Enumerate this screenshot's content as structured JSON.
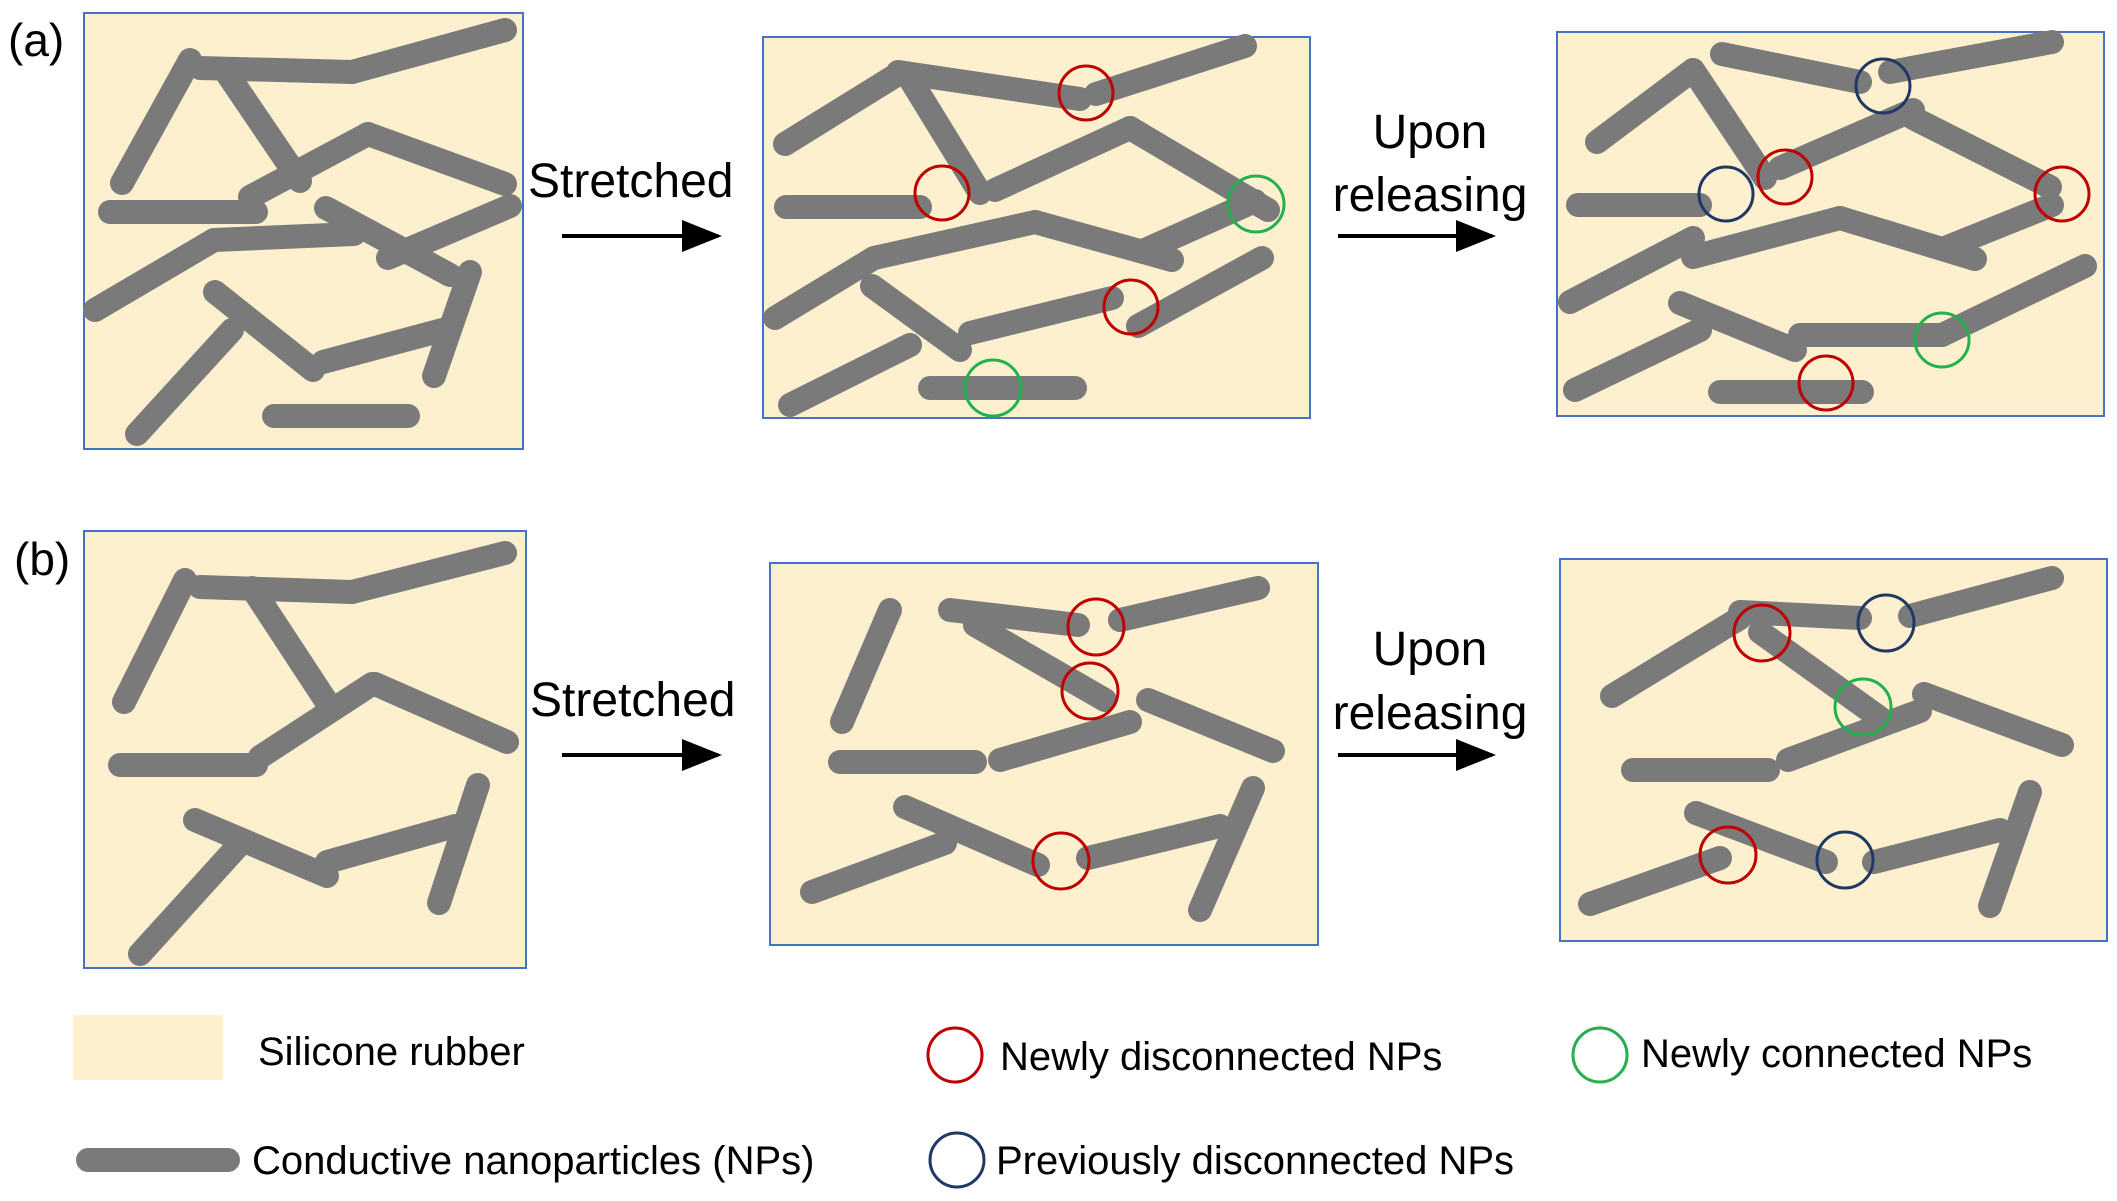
{
  "figure": {
    "row_a": {
      "label": "(a)",
      "arrow1_label": "Stretched",
      "arrow2_label_line1": "Upon",
      "arrow2_label_line2": "releasing"
    },
    "row_b": {
      "label": "(b)",
      "arrow1_label": "Stretched",
      "arrow2_label_line1": "Upon",
      "arrow2_label_line2": "releasing"
    }
  },
  "legend": {
    "rubber": "Silicone rubber",
    "nanoparticles": "Conductive nanoparticles (NPs)",
    "newly_disconnected": "Newly disconnected NPs",
    "newly_connected": "Newly connected NPs",
    "previously_disconnected": "Previously disconnected NPs"
  },
  "colors": {
    "rubber_fill": "#fdf0cf",
    "panel_border": "#4472c4",
    "nanoparticle": "#7a7a7a",
    "newly_disconnected": "#c00000",
    "newly_connected": "#22b14c",
    "previously_disconnected": "#1f3864",
    "arrow": "#000000"
  }
}
